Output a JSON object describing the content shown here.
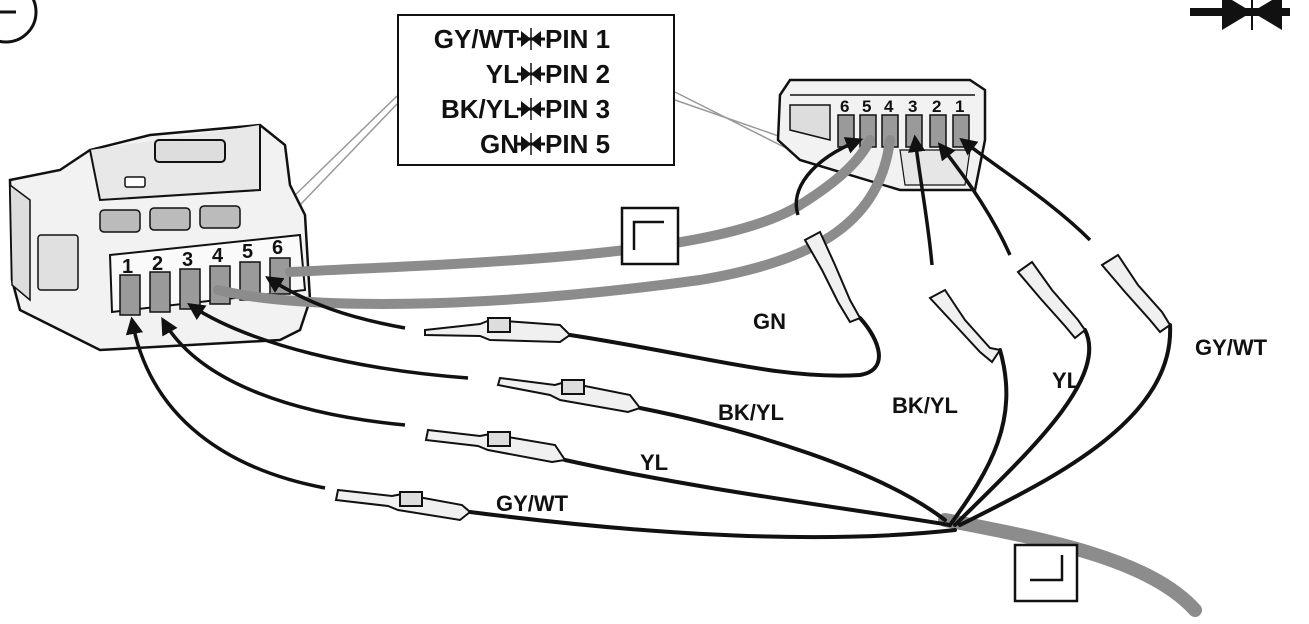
{
  "legend": {
    "rows": [
      {
        "color": "GY/WT",
        "pin": "PIN 1"
      },
      {
        "color": "YL",
        "pin": "PIN 2"
      },
      {
        "color": "BK/YL",
        "pin": "PIN 3"
      },
      {
        "color": "GN",
        "pin": "PIN 5"
      }
    ]
  },
  "left_connector": {
    "pins": [
      "1",
      "2",
      "3",
      "4",
      "5",
      "6"
    ]
  },
  "right_connector": {
    "pins": [
      "6",
      "5",
      "4",
      "3",
      "2",
      "1"
    ]
  },
  "wire_labels": {
    "left_gn": "GN",
    "left_bkyl": "BK/YL",
    "left_yl": "YL",
    "left_gywt": "GY/WT",
    "right_bkyl": "BK/YL",
    "right_yl": "YL",
    "right_gywt": "GY/WT"
  },
  "icons": {
    "left_connector_sheath": "bracket-corner-icon",
    "harness_sheath": "bracket-corner-icon",
    "top_right": "connect-arrows-icon",
    "top_left": "circle-symbol-icon"
  },
  "colors": {
    "wire": "#111111",
    "sheath": "#8c8c8c",
    "connector_fill": "#f2f2f2",
    "cavity": "#9a9a9a"
  }
}
